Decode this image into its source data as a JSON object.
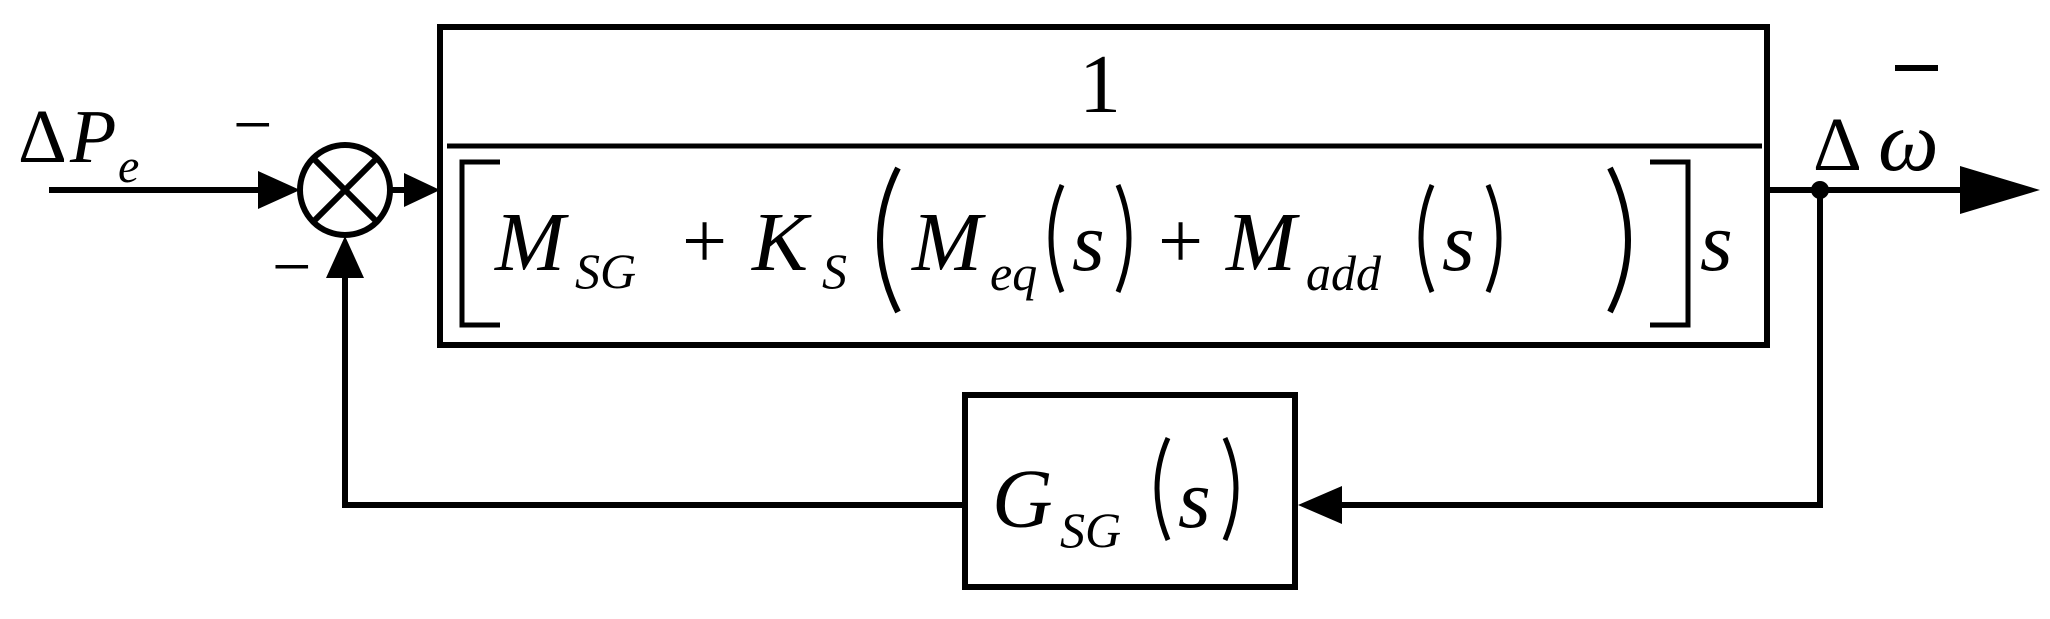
{
  "input": {
    "delta": "Δ",
    "symbol": "P",
    "subscript": "e"
  },
  "output": {
    "delta": "Δ",
    "symbol": "ω"
  },
  "junction": {
    "sign_left": "−",
    "sign_bottom": "−"
  },
  "forward_block": {
    "numerator": "1",
    "M": "M",
    "M_sub": "SG",
    "plus1": "+",
    "K": "K",
    "K_sub": "S",
    "Meq": "M",
    "Meq_sub": "eq",
    "plus2": "+",
    "Madd": "M",
    "Madd_sub": "add",
    "s_arg1": "s",
    "s_arg2": "s",
    "s_tail": "s"
  },
  "feedback_block": {
    "G": "G",
    "G_sub": "SG",
    "s_arg": "s"
  }
}
